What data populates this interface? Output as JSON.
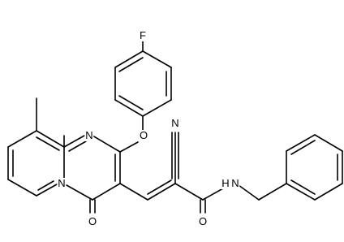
{
  "atoms": {
    "fluorine": "F",
    "ether_oxygen": "O",
    "ring_nitrogen_top": "N",
    "ring_nitrogen_fused": "N",
    "nitrile_nitrogen": "N",
    "keto_oxygen": "O",
    "amide_oxygen": "O",
    "amide_nh": "H N"
  },
  "colors": {
    "bond": "#000000",
    "label": "#000000",
    "background": "#ffffff"
  }
}
